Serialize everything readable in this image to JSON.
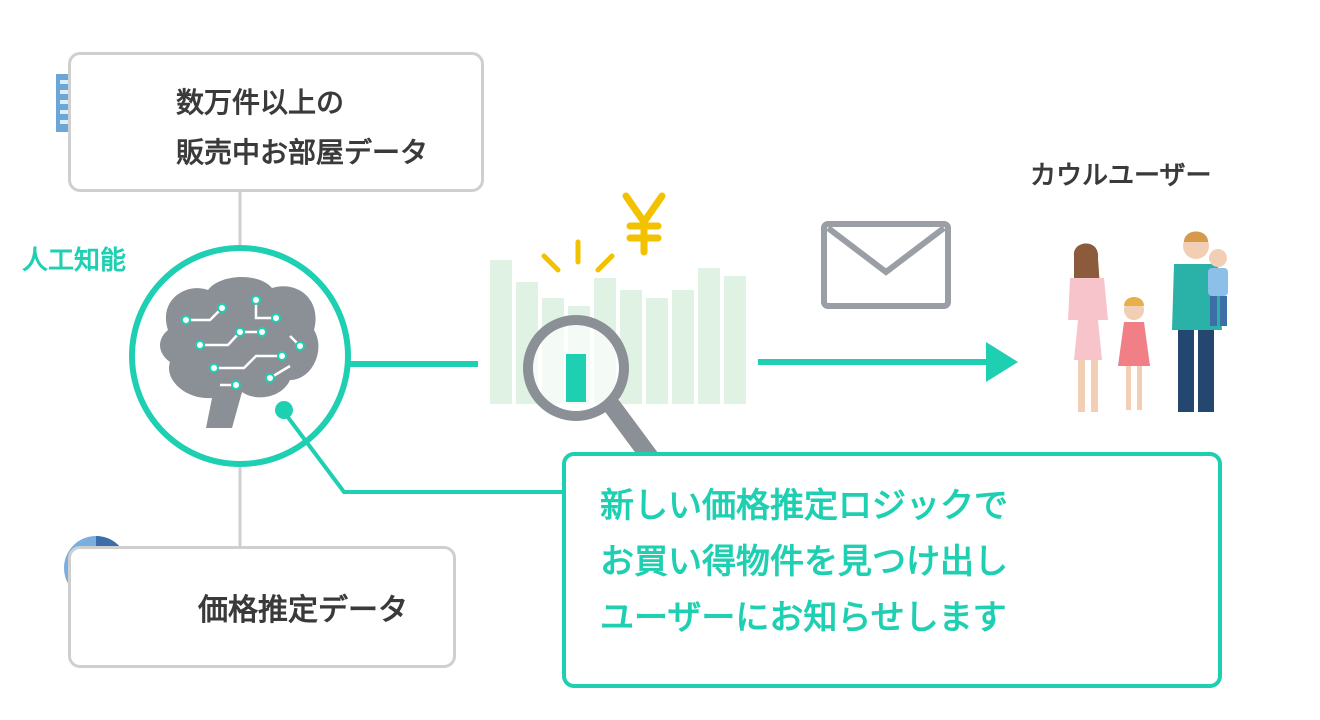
{
  "property_data": {
    "line1": "数万件以上の",
    "line2": "販売中お部屋データ"
  },
  "ai_label": "人工知能",
  "estimate_data_label": "価格推定データ",
  "users_label": "カウルユーザー",
  "message": {
    "line1": "新しい価格推定ロジックで",
    "line2": "お買い得物件を見つけ出し",
    "line3": "ユーザーにお知らせします"
  },
  "icons": {
    "buildings": "buildings-icon",
    "brain": "brain-circuit-icon",
    "pie_chart": "pie-chart-icon",
    "bar_chart": "bar-chart-icon",
    "yen": "yen-icon",
    "magnifier": "magnifier-icon",
    "envelope": "envelope-icon",
    "family": "family-icon"
  },
  "colors": {
    "accent": "#1fcfb2",
    "line_gray": "#cfcfcf",
    "yen": "#f2c200"
  }
}
